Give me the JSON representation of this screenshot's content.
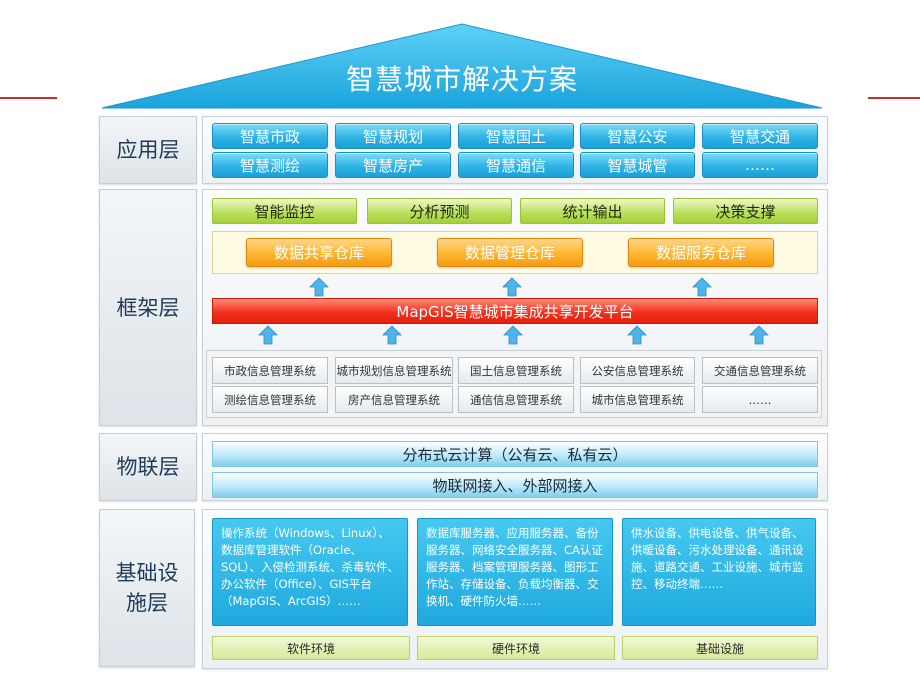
{
  "title": "智慧城市解决方案",
  "layers": {
    "app": "应用层",
    "framework": "框架层",
    "iot": "物联层",
    "infra": "基础设施层"
  },
  "app_items": [
    [
      "智慧市政",
      "智慧规划",
      "智慧国土",
      "智慧公安",
      "智慧交通"
    ],
    [
      "智慧测绘",
      "智慧房产",
      "智慧通信",
      "智慧城管",
      "……"
    ]
  ],
  "capabilities": [
    "智能监控",
    "分析预测",
    "统计输出",
    "决策支撑"
  ],
  "repos": [
    "数据共享仓库",
    "数据管理仓库",
    "数据服务仓库"
  ],
  "platform": "MapGIS智慧城市集成共享开发平台",
  "systems": [
    [
      "市政信息管理系统",
      "城市规划信息管理系统",
      "国土信息管理系统",
      "公安信息管理系统",
      "交通信息管理系统"
    ],
    [
      "测绘信息管理系统",
      "房产信息管理系统",
      "通信信息管理系统",
      "城市信息管理系统",
      "……"
    ]
  ],
  "iot": {
    "cloud": "分布式云计算（公有云、私有云）",
    "access": "物联网接入、外部网接入"
  },
  "infra": {
    "software_text": "操作系统（Windows、Linux）、数据库管理软件（Oracle、SQL）、入侵检测系统、杀毒软件、办公软件（Office）、GIS平台（MapGIS、ArcGIS）……",
    "hardware_text": "数据库服务器、应用服务器、备份服务器、网络安全服务器、CA认证服务器、档案管理服务器、图形工作站、存储设备、负载均衡器、交换机、硬件防火墙……",
    "facility_text": "供水设备、供电设备、供气设备、供暖设备、污水处理设备、通讯设施、道路交通、工业设施、城市监控、移动终端……",
    "env": [
      "软件环境",
      "硬件环境",
      "基础设施"
    ]
  },
  "colors": {
    "roof": "#25b2e6",
    "accent_red": "#c9302c",
    "platform_red": "#f2321d",
    "repo_orange": "#ffb52e"
  }
}
